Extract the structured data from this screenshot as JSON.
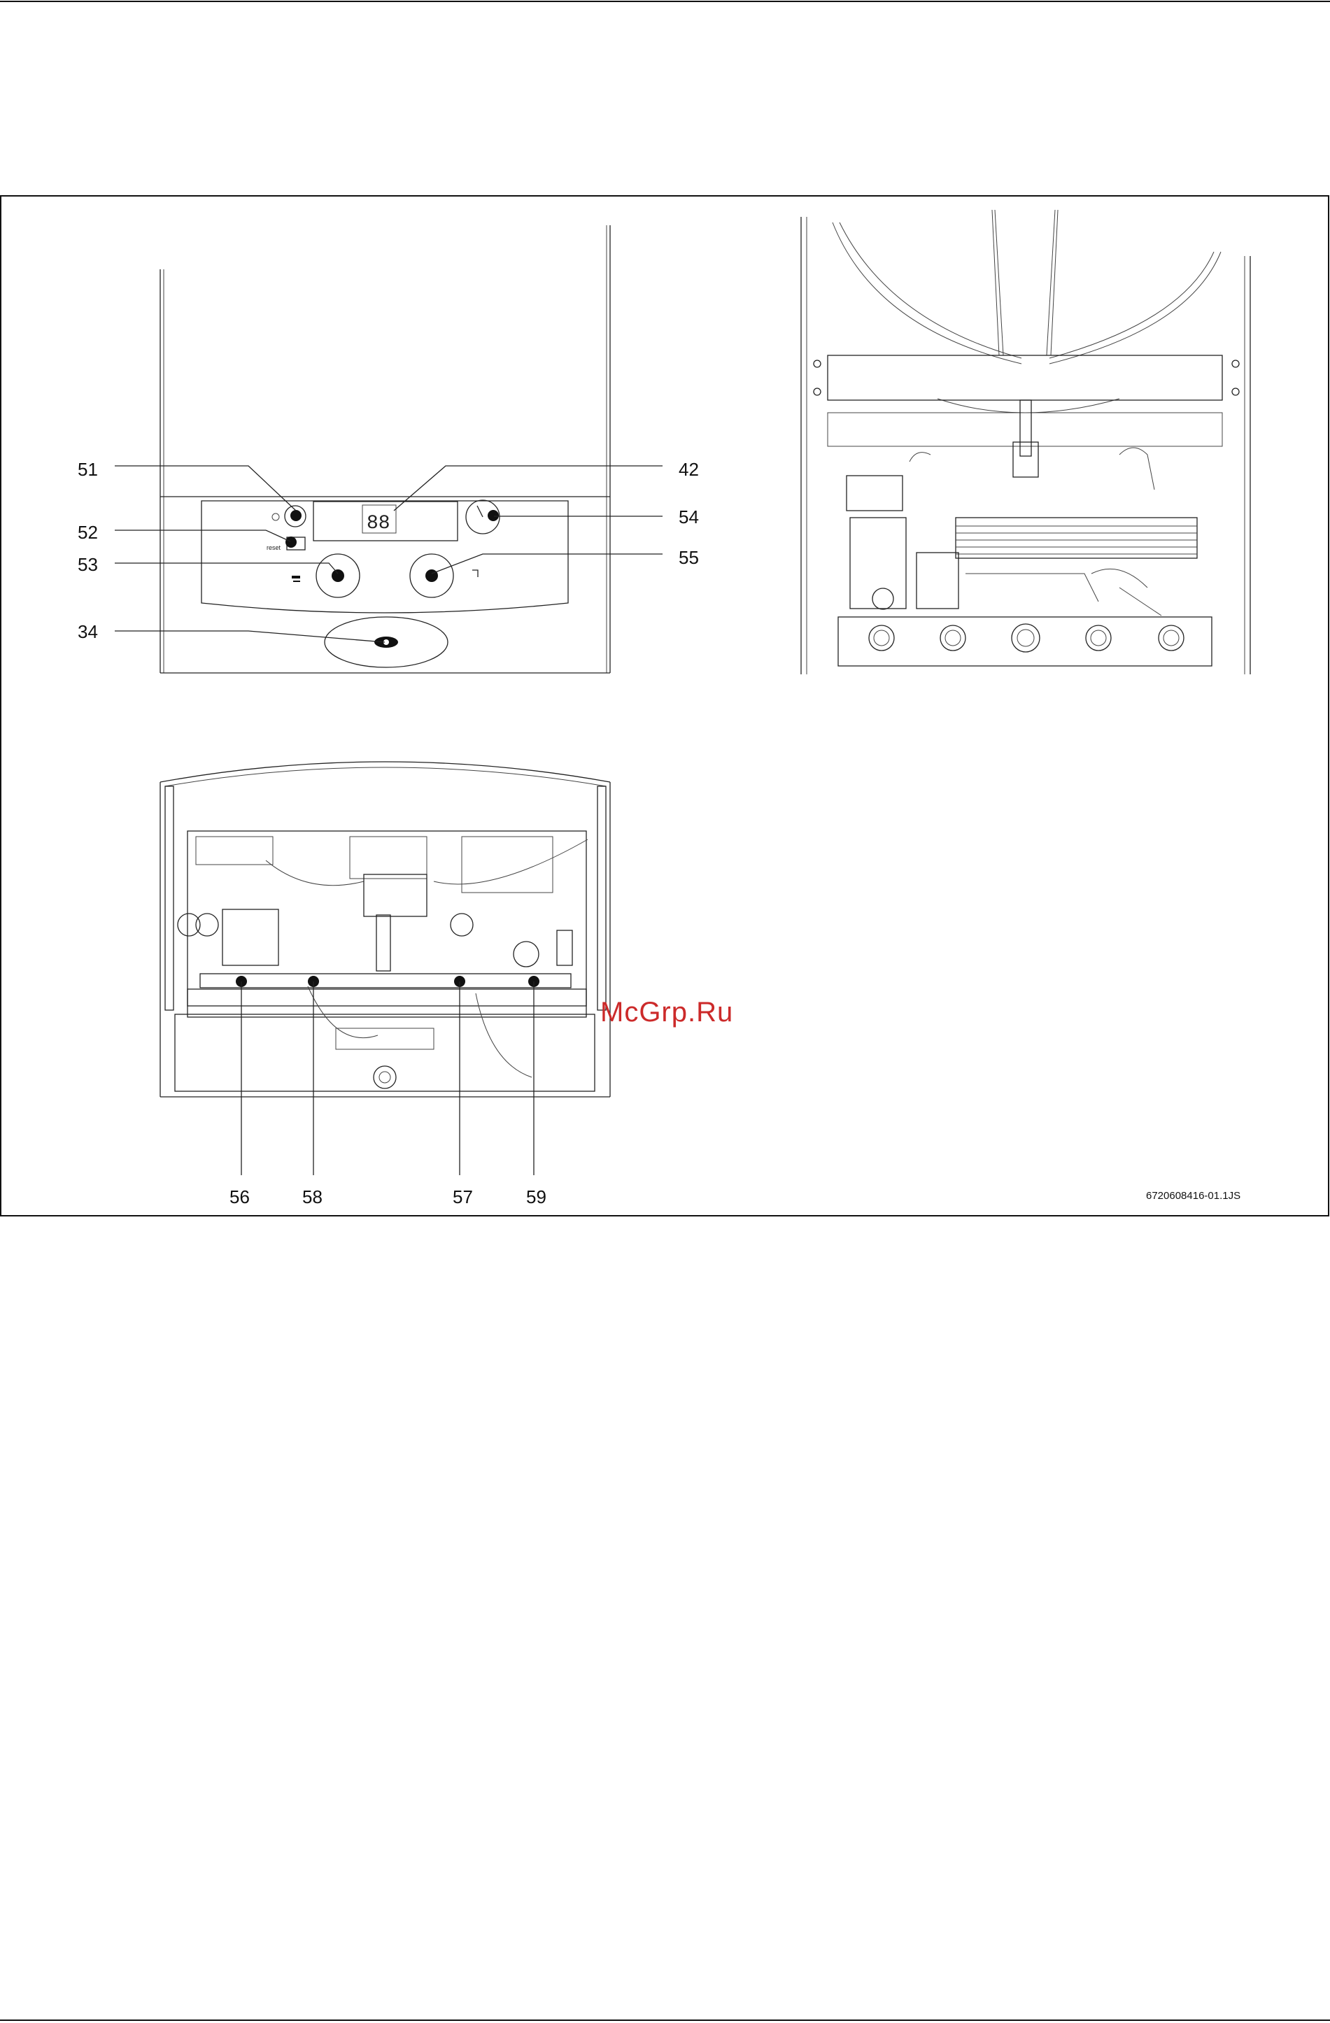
{
  "callouts": {
    "c51": "51",
    "c52": "52",
    "c53": "53",
    "c34": "34",
    "c42": "42",
    "c54": "54",
    "c55": "55",
    "c56": "56",
    "c58": "58",
    "c57": "57",
    "c59": "59"
  },
  "panel_text": {
    "display": "88",
    "reset": "reset"
  },
  "figure_ref": "6720608416-01.1JS",
  "watermark": "McGrp.Ru"
}
